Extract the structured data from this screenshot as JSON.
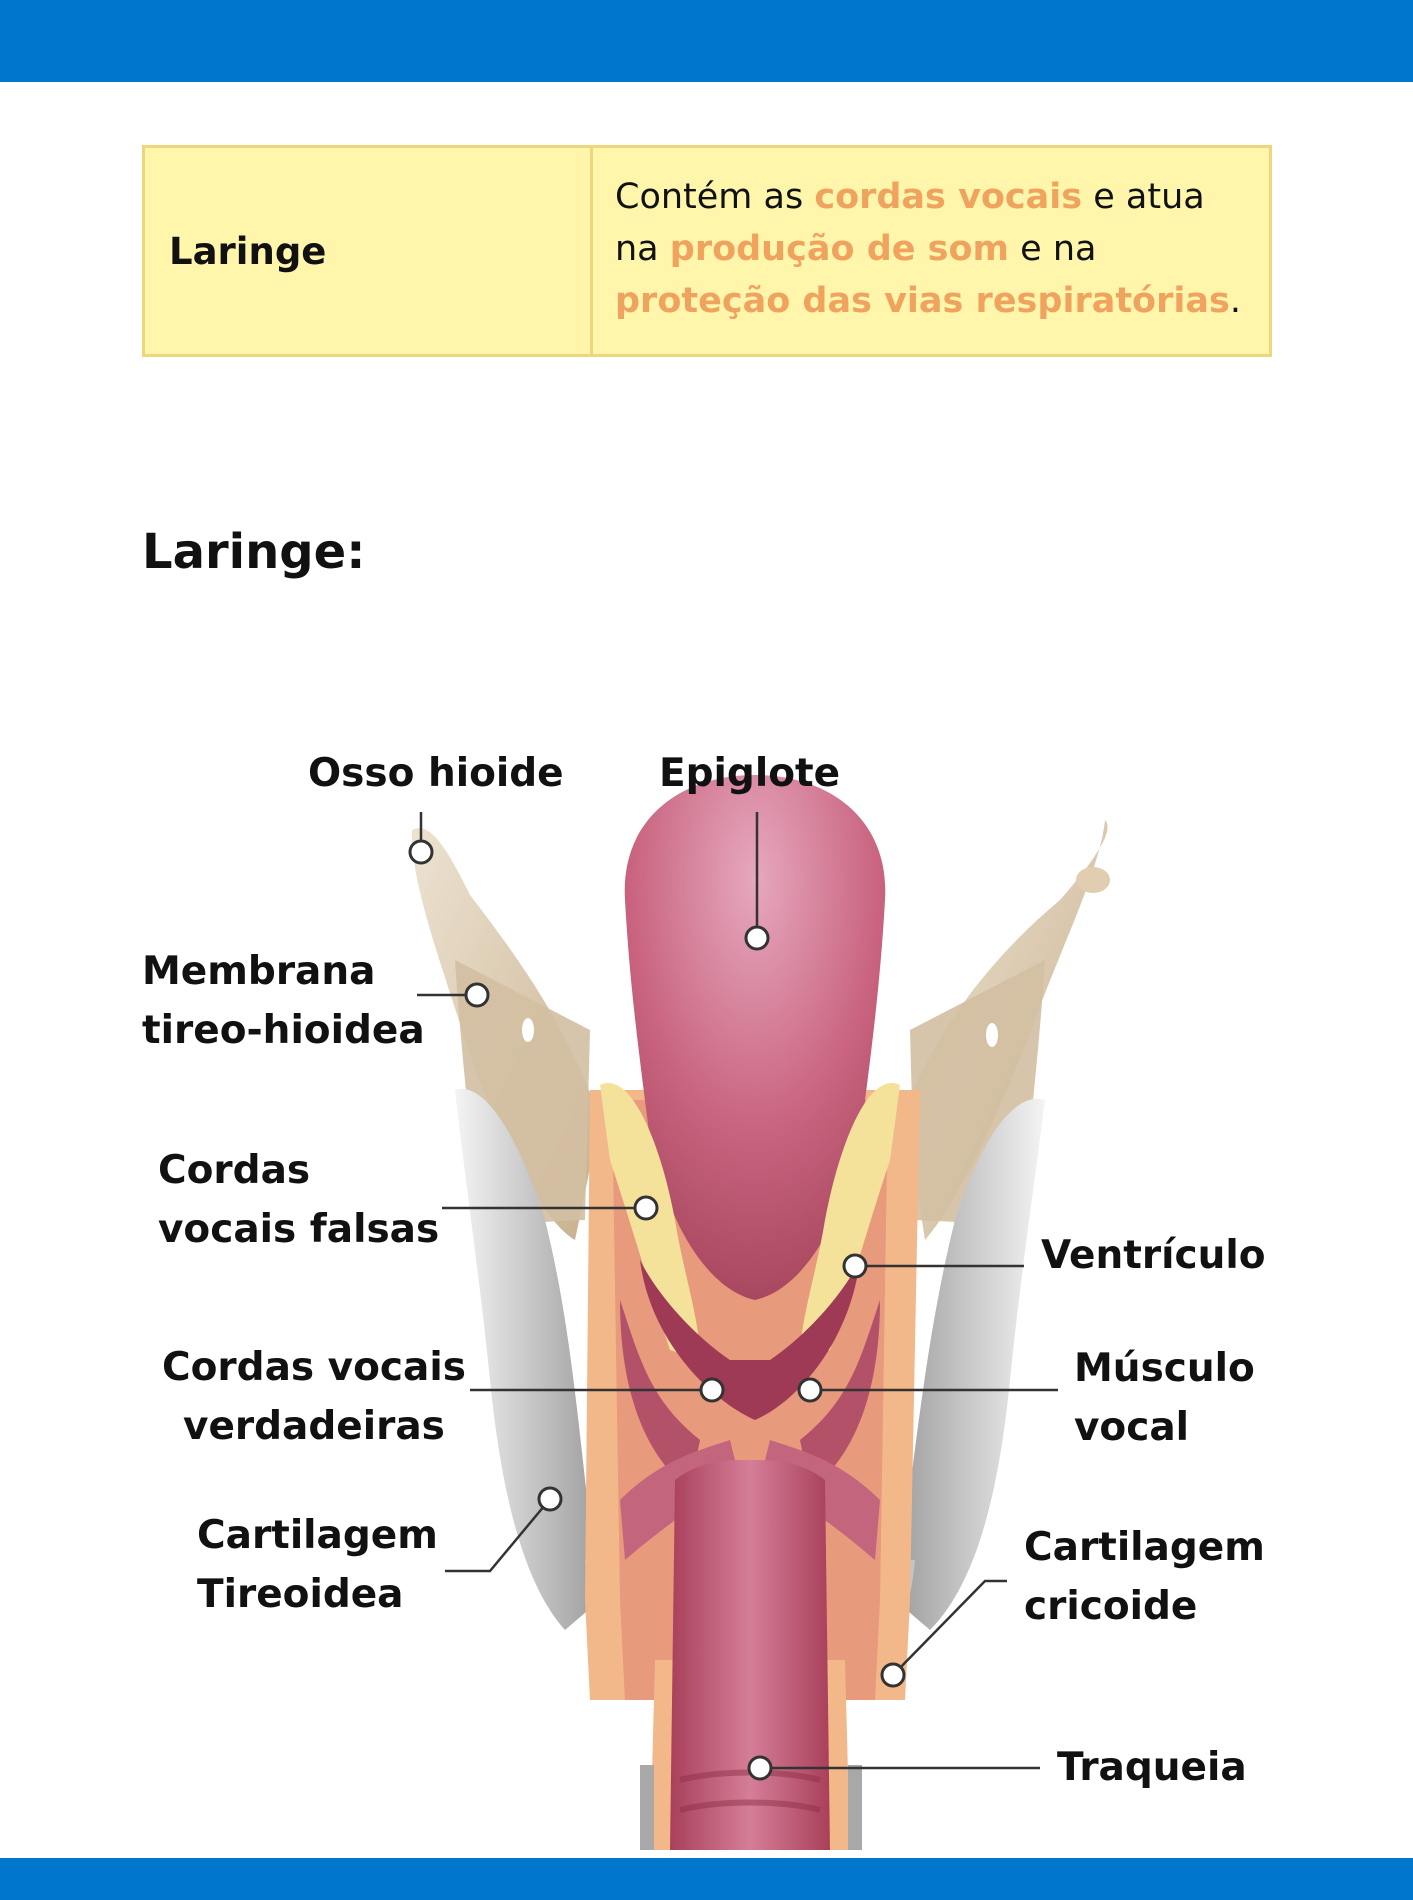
{
  "table": {
    "term": "Laringe",
    "desc": {
      "t1": "Contém as ",
      "h1": "cordas vocais",
      "t2": " e atua na ",
      "h2": "produção de som",
      "t3": " e na ",
      "h3": "proteção das vias respiratórias",
      "t4": "."
    }
  },
  "section_title": "Laringe:",
  "labels": {
    "osso_hioide": "Osso hioide",
    "epiglote": "Epiglote",
    "membrana_l1": "Membrana",
    "membrana_l2": "tireo-hioidea",
    "falsas_l1": "Cordas",
    "falsas_l2": "vocais falsas",
    "ventriculo": "Ventrículo",
    "verdadeiras_l1": "Cordas vocais",
    "verdadeiras_l2": "verdadeiras",
    "musculo_l1": "Músculo",
    "musculo_l2": "vocal",
    "tireoidea_l1": "Cartilagem",
    "tireoidea_l2": "Tireoidea",
    "cricoide_l1": "Cartilagem",
    "cricoide_l2": "cricoide",
    "traqueia": "Traqueia"
  },
  "colors": {
    "brand_blue": "#0077CC",
    "table_bg": "#FFF6AC",
    "table_border": "#EDD77A",
    "highlight": "#F0A35E"
  }
}
